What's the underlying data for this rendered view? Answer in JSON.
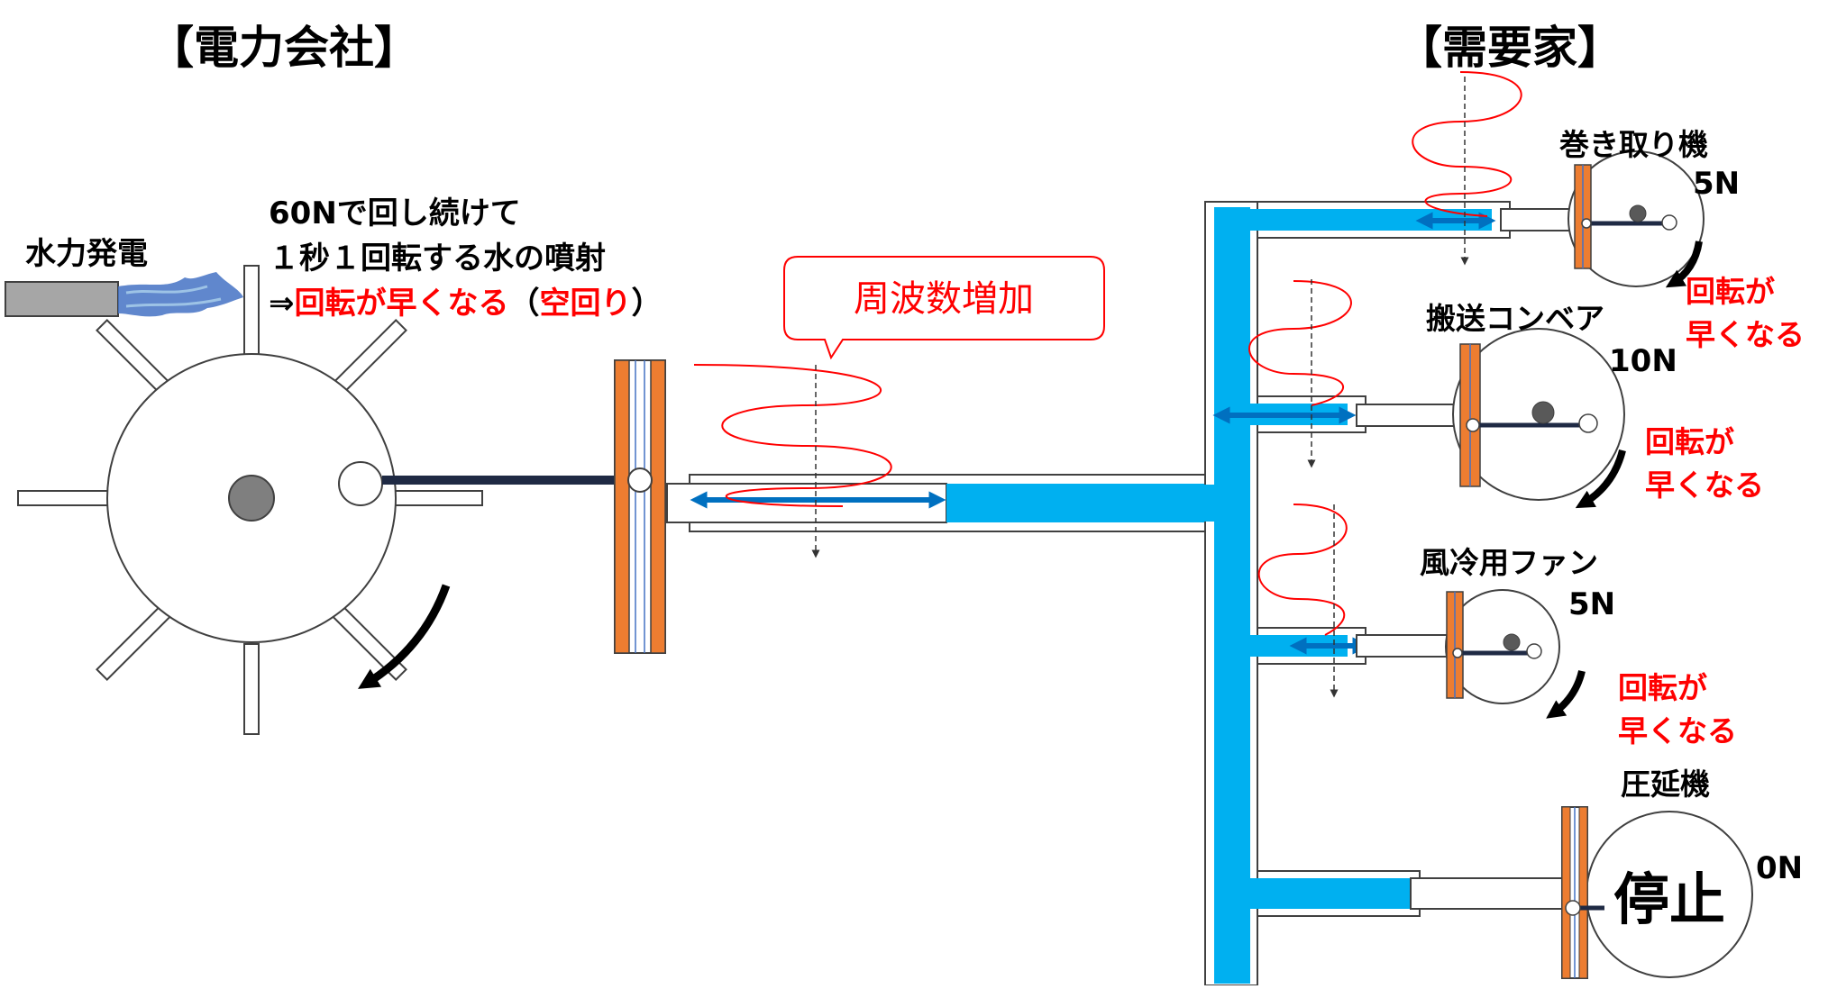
{
  "headings": {
    "company": "【電力会社】",
    "customer": "【需要家】"
  },
  "generator": {
    "label": "水力発電",
    "note_line1": "60Nで回し続けて",
    "note_line2": "１秒１回転する水の噴射",
    "note_line3_prefix": "⇒",
    "note_line3_red1": "回転が早くなる",
    "note_line3_mid1": "（",
    "note_line3_red2": "空回り",
    "note_line3_mid2": "）"
  },
  "callout": {
    "text": "周波数増加"
  },
  "machines": [
    {
      "name": "巻き取り機",
      "force": "5N",
      "status_line1": "回転が",
      "status_line2": "早くなる"
    },
    {
      "name": "搬送コンベア",
      "force": "10N",
      "status_line1": "回転が",
      "status_line2": "早くなる"
    },
    {
      "name": "風冷用ファン",
      "force": "5N",
      "status_line1": "回転が",
      "status_line2": "早くなる"
    },
    {
      "name": "圧延機",
      "force": "0N",
      "center_label": "停止"
    }
  ],
  "colors": {
    "water": "#00b0f0",
    "arrow_blue": "#0070c0",
    "wave_red": "#ff0000",
    "plate_orange": "#ed7d31",
    "hub_gray": "#7f7f7f",
    "text_red": "#ff0000",
    "flame_blue": "#4472c4"
  }
}
